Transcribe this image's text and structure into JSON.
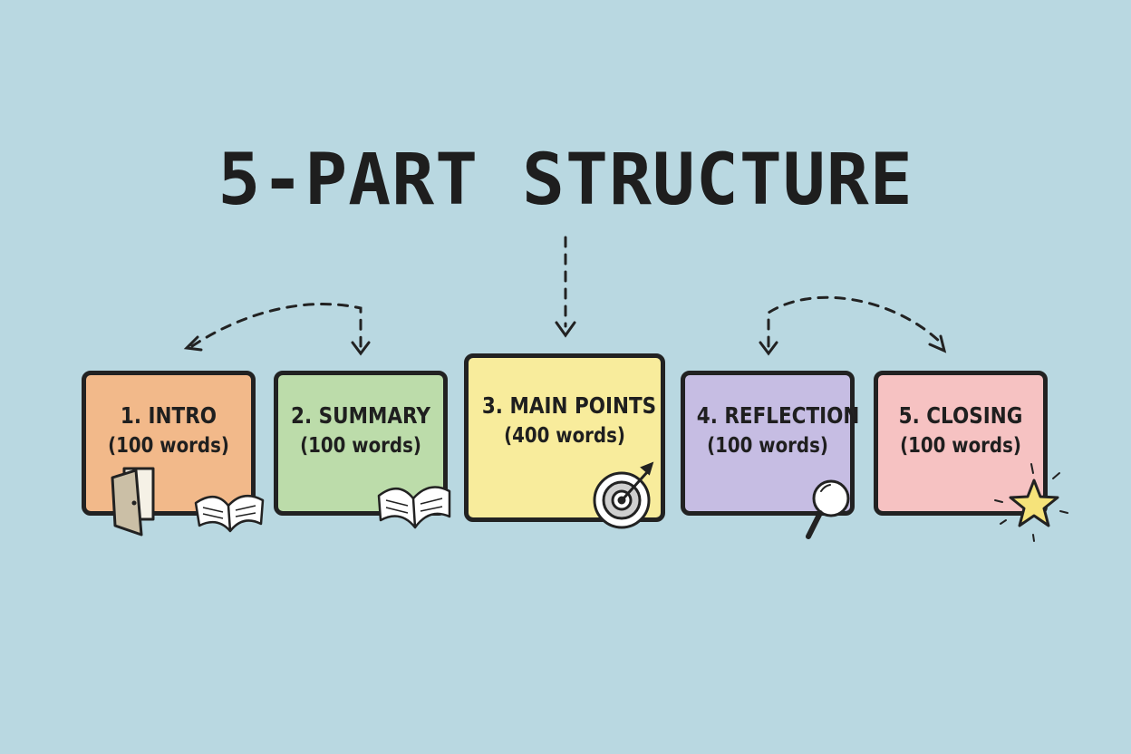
{
  "title": "5-PART STRUCTURE",
  "parts": [
    {
      "name": "1. INTRO",
      "count": "(100 words)",
      "color": "#f2b98a",
      "icon": "door-icon"
    },
    {
      "name": "2. SUMMARY",
      "count": "(100 words)",
      "color": "#bcdcaa",
      "icon": "open-book-icon"
    },
    {
      "name": "3. MAIN POINTS",
      "count": "(400 words)",
      "color": "#f8ec9c",
      "icon": "target-icon"
    },
    {
      "name": "4. REFLECTION",
      "count": "(100 words)",
      "color": "#c6bde3",
      "icon": "magnifying-glass-icon"
    },
    {
      "name": "5. CLOSING",
      "count": "(100 words)",
      "color": "#f6c2c2",
      "icon": "star-icon"
    }
  ]
}
